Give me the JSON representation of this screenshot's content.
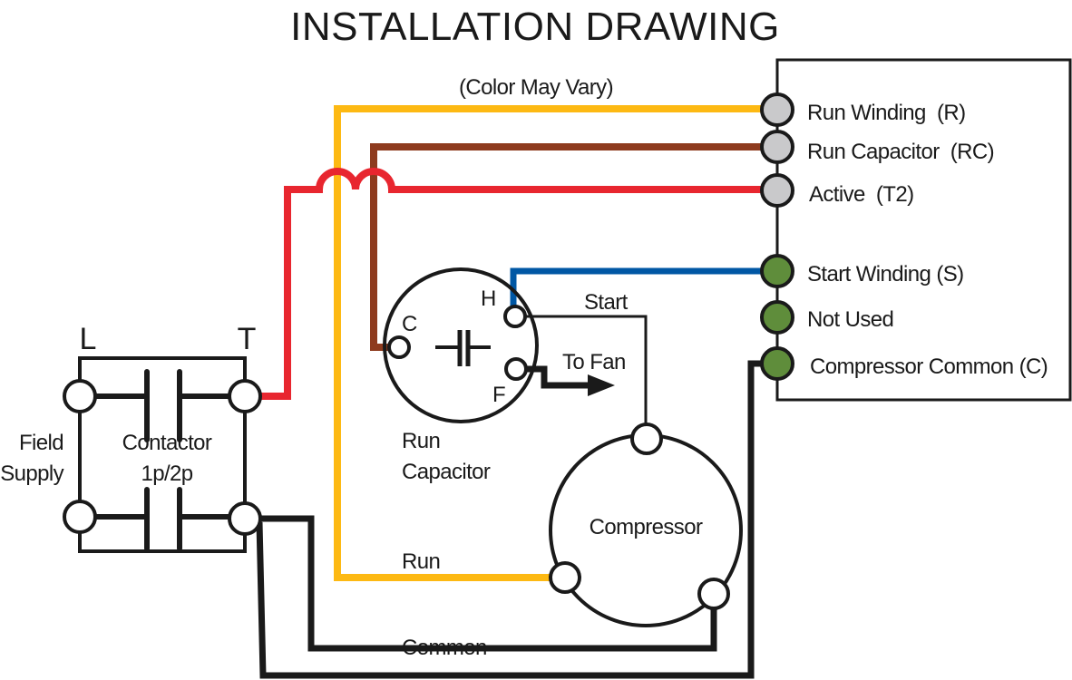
{
  "title": "INSTALLATION DRAWING",
  "note": "(Color May Vary)",
  "terminal_block": {
    "terminals": [
      {
        "label": "Run Winding  (R)",
        "color": "#c9c9cb"
      },
      {
        "label": "Run Capacitor  (RC)",
        "color": "#c9c9cb"
      },
      {
        "label": "Active  (T2)",
        "color": "#c9c9cb"
      },
      {
        "label": "Start Winding (S)",
        "color": "#5f8d3b"
      },
      {
        "label": "Not Used",
        "color": "#5f8d3b"
      },
      {
        "label": "Compressor Common (C)",
        "color": "#5f8d3b"
      }
    ]
  },
  "contactor": {
    "label_line1": "Contactor",
    "label_line2": "1p/2p",
    "line_label": "L",
    "load_label": "T",
    "supply_line1": "Field",
    "supply_line2": "Supply"
  },
  "run_capacitor": {
    "terminal_c": "C",
    "terminal_h": "H",
    "terminal_f": "F",
    "label_line1": "Run",
    "label_line2": "Capacitor",
    "to_fan": "To Fan"
  },
  "compressor": {
    "label": "Compressor"
  },
  "wire_labels": {
    "start": "Start",
    "run": "Run",
    "common": "Common"
  },
  "wire_colors": {
    "run": "#fdb913",
    "run_capacitor": "#8e3b1e",
    "active": "#e8262f",
    "start": "#0057a4",
    "common": "#1a1a1a"
  }
}
